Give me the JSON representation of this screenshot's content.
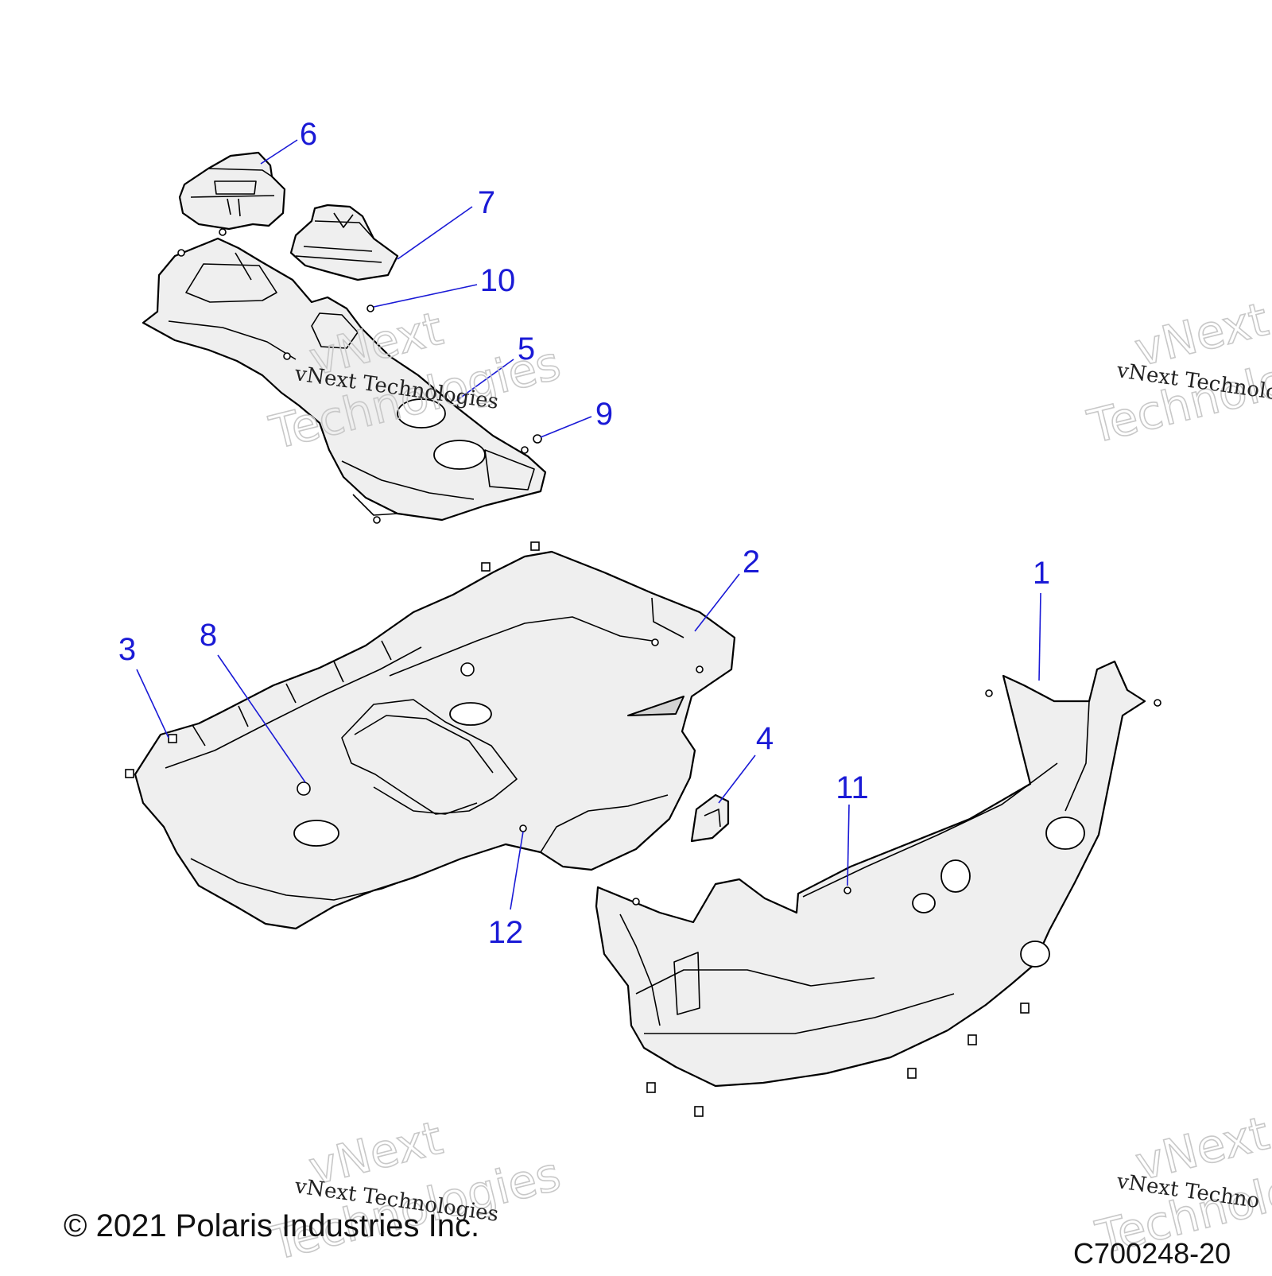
{
  "callouts": {
    "c1": "1",
    "c2": "2",
    "c3": "3",
    "c4": "4",
    "c5": "5",
    "c6": "6",
    "c7": "7",
    "c8": "8",
    "c9": "9",
    "c10": "10",
    "c11": "11",
    "c12": "12"
  },
  "watermark": {
    "big_line1": "vNext",
    "big_line2": "Technologies",
    "small": "vNext Technologies",
    "small_cut": "vNext Technolo",
    "small_cut2": "vNext Techno"
  },
  "footer": {
    "copyright": "© 2021 Polaris Industries Inc.",
    "diagram_code": "C700248-20"
  },
  "colors": {
    "callout": "#1a1ad6",
    "part_fill": "#efefef",
    "outline": "#000000",
    "watermark": "#c8c8c8"
  }
}
